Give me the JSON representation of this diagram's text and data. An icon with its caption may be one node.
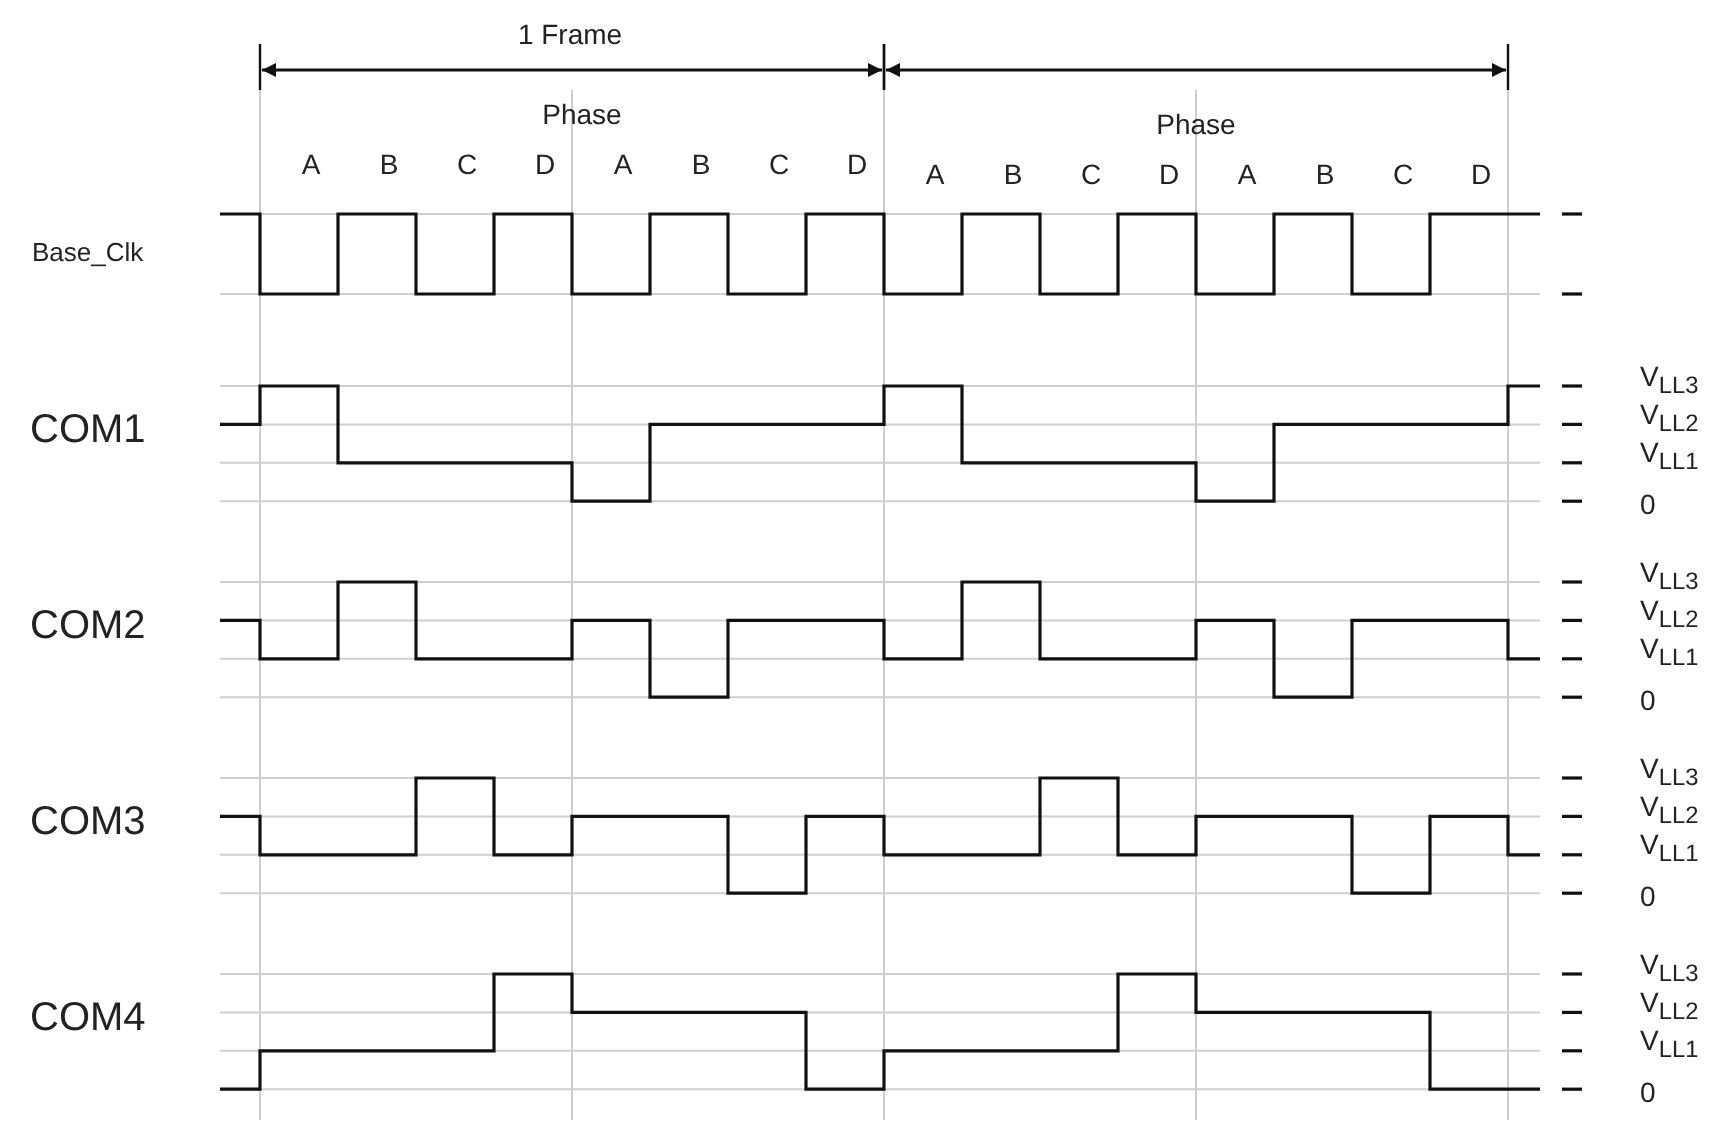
{
  "diagram": {
    "labels": [
      "1 Frame",
      "Phase",
      "Phase",
      "A",
      "B",
      "C",
      "D",
      "A",
      "B",
      "C",
      "D",
      "A",
      "B",
      "C",
      "D",
      "A",
      "B",
      "C",
      "D",
      "Base_Clk",
      "COM1",
      "V$_{LL3}$",
      "V$_{LL2}$",
      "V$_{LL1}$",
      "0",
      "COM2",
      "V$_{LL3}$",
      "V$_{LL2}$",
      "V$_{LL1}$",
      "0",
      "COM3",
      "V$_{LL3}$",
      "V$_{LL2}$",
      "V$_{LL1}$",
      "0",
      "COM4",
      "V$_{LL3}$",
      "V$_{LL2}$",
      "V$_{LL1}$",
      "0"
    ]
  }
}
